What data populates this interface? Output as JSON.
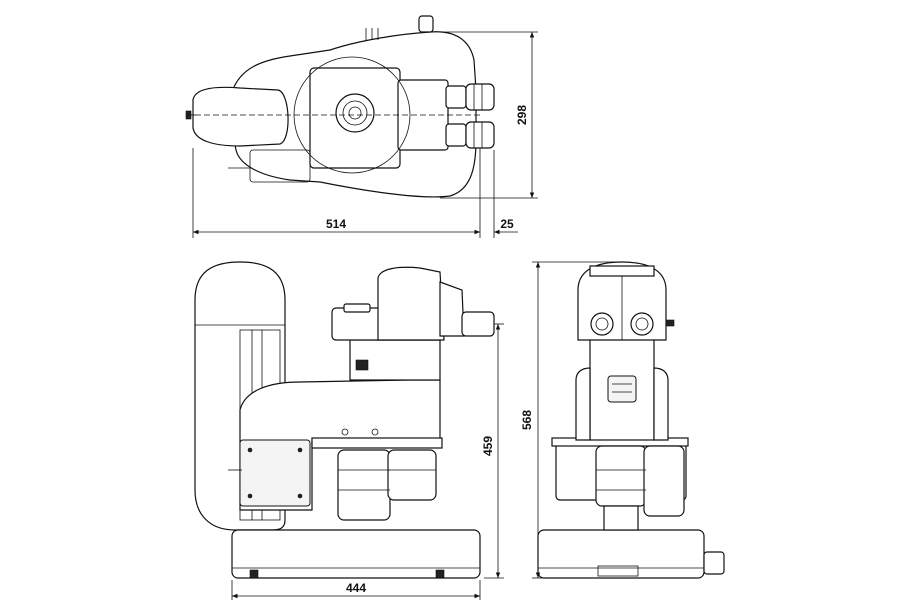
{
  "dimensions": {
    "top_width": "514",
    "top_extension": "25",
    "top_height": "298",
    "side_base_width": "444",
    "side_height": "459",
    "front_height": "568"
  }
}
